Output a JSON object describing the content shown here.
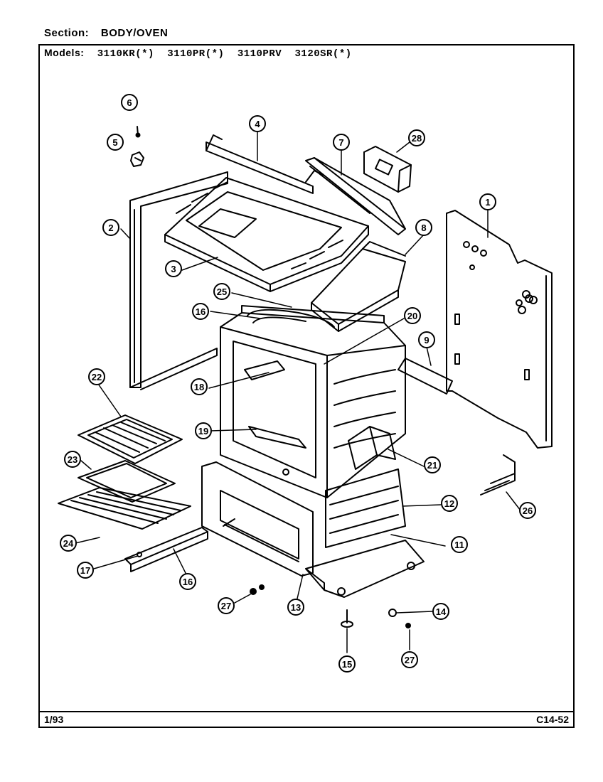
{
  "header": {
    "section_label": "Section:",
    "section_value": "BODY/OVEN",
    "models_label": "Models:",
    "models": [
      "3110KR(*)",
      "3110PR(*)",
      "3110PRV",
      "3120SR(*)"
    ]
  },
  "footer": {
    "date": "1/93",
    "code": "C14-52"
  },
  "callouts": [
    "6",
    "5",
    "4",
    "7",
    "28",
    "2",
    "1",
    "3",
    "8",
    "25",
    "16",
    "20",
    "9",
    "18",
    "22",
    "19",
    "21",
    "23",
    "12",
    "26",
    "24",
    "11",
    "17",
    "16",
    "27",
    "13",
    "14",
    "15",
    "27"
  ]
}
